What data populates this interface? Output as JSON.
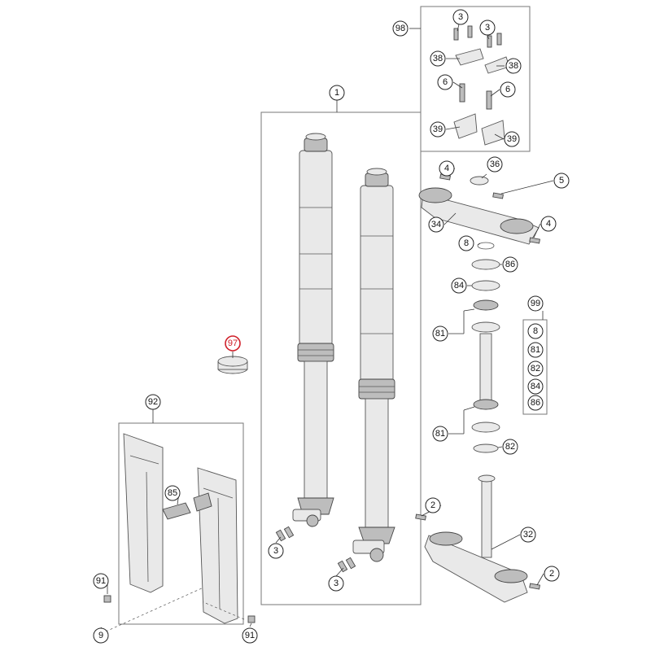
{
  "diagram": {
    "highlight_color": "#d0202a",
    "main_assembly_label": "1",
    "steering_kit_label": "98",
    "fork_protector_kit_label": "92",
    "bearing_kit_label": "99",
    "bearing_kit_items": [
      "8",
      "81",
      "82",
      "84",
      "86"
    ],
    "highlighted_part_label": "97",
    "labels": {
      "c3_a": "3",
      "c3_b": "3",
      "c38_a": "38",
      "c38_b": "38",
      "c6_a": "6",
      "c6_b": "6",
      "c39_a": "39",
      "c39_b": "39",
      "c4_a": "4",
      "c36": "36",
      "c5": "5",
      "c34": "34",
      "c4_b": "4",
      "c8": "8",
      "c86": "86",
      "c84": "84",
      "c81_a": "81",
      "c81_b": "81",
      "c82": "82",
      "c2_a": "2",
      "c32": "32",
      "c2_b": "2",
      "c3_c": "3",
      "c3_d": "3",
      "c85": "85",
      "c91_a": "91",
      "c9": "9",
      "c91_b": "91"
    }
  }
}
